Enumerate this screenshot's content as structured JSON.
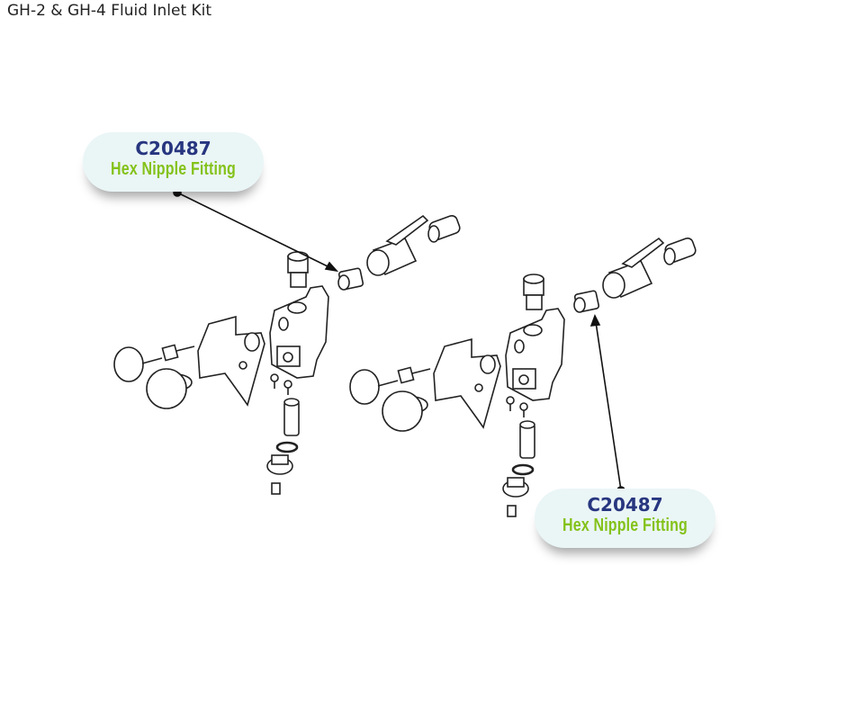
{
  "title": "GH-2 & GH-4 Fluid Inlet Kit",
  "callouts": [
    {
      "part_number": "C20487",
      "part_name": "Hex Nipple Fitting"
    },
    {
      "part_number": "C20487",
      "part_name": "Hex Nipple Fitting"
    }
  ],
  "colors": {
    "part_number": "#27367f",
    "part_name": "#84c21a",
    "bubble": "#eaf5f6"
  }
}
